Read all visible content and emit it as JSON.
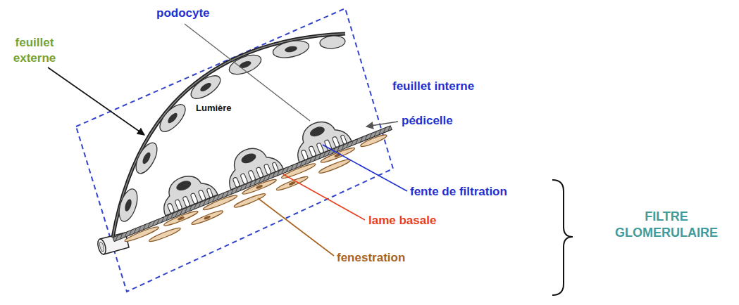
{
  "diagram": {
    "labels": [
      "feuillet externe",
      "podocyte",
      "Lumière",
      "feuillet interne",
      "pédicelle",
      "fente de filtration",
      "lame basale",
      "fenestration",
      "FILTRE GLOMERULAIRE"
    ]
  }
}
